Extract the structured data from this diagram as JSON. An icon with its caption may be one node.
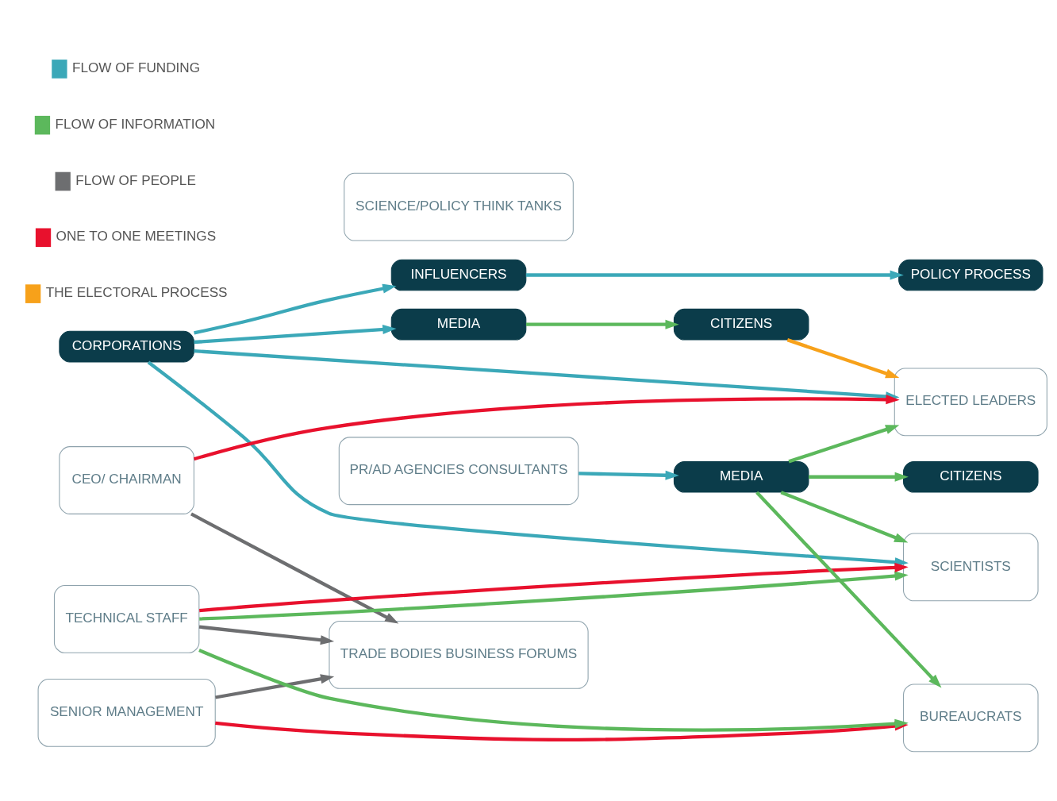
{
  "diagram": {
    "nodes": [
      {
        "text": [
          "MEDIA"
        ]
      },
      {
        "text": [
          "CITIZENS"
        ]
      },
      {
        "text": [
          "CORPORATIONS"
        ]
      },
      {
        "text": [
          "INFLUENCERS"
        ]
      },
      {
        "text": [
          "POLICY PROCESS"
        ]
      },
      {
        "text": [
          "CEO/ CHAIRMAN"
        ]
      },
      {
        "text": [
          "TRADE BODIES BUSINESS FORUMS"
        ]
      },
      {
        "text": [
          "ELECTED LEADERS"
        ]
      },
      {
        "text": [
          "SENIOR MANAGEMENT"
        ]
      },
      {
        "text": [
          "SCIENCE/POLICY THINK TANKS"
        ]
      },
      {
        "text": [
          "BUREAUCRATS"
        ]
      },
      {
        "text": [
          "TECHNICAL STAFF"
        ]
      },
      {
        "text": [
          "PR/AD AGENCIES CONSULTANTS"
        ]
      },
      {
        "text": [
          "SCIENTISTS"
        ]
      },
      {
        "text": [
          "CITIZENS"
        ]
      },
      {
        "text": [
          "MEDIA"
        ]
      }
    ],
    "edges": [
      {
        "from": 2,
        "to": 0,
        "arrow": "to",
        "color": "#3ba8b8"
      },
      {
        "from": 0,
        "to": 1,
        "arrow": "to"
      },
      {
        "from": 1,
        "to": 7,
        "arrow": "to",
        "color": "#f7a11a"
      },
      {
        "from": 2,
        "to": 7,
        "arrow": "to",
        "color": "#3ba8b8"
      },
      {
        "from": 2,
        "to": 13,
        "arrow": "to",
        "color": "#3ba8b8"
      },
      {
        "from": 2,
        "to": 3,
        "arrow": "to",
        "color": "#3ba8b8"
      },
      {
        "from": 3,
        "to": 4,
        "arrow": "to",
        "color": "#3ba8b8"
      },
      {
        "from": 5,
        "to": 7,
        "arrow": "to",
        "color": "#e8112d"
      },
      {
        "from": 8,
        "to": 10,
        "arrow": "to",
        "color": "#e8112d"
      },
      {
        "from": 5,
        "to": 6,
        "arrow": "to",
        "color": "#6d6e70"
      },
      {
        "from": 8,
        "to": 6,
        "arrow": "to",
        "color": "#6d6e70"
      },
      {
        "from": 11,
        "to": 6,
        "arrow": "to",
        "color": "#6d6e70"
      },
      {
        "from": 11,
        "to": 10,
        "arrow": "to"
      },
      {
        "from": 11,
        "to": 13,
        "arrow": "to"
      },
      {
        "from": 11,
        "to": 13,
        "arrow": "to",
        "color": "#e8112d"
      },
      {
        "from": 12,
        "to": 15,
        "arrow": "to",
        "color": "#3ba8b8"
      },
      {
        "from": 15,
        "to": 7,
        "arrow": "to"
      },
      {
        "from": 15,
        "to": 10,
        "arrow": "to"
      },
      {
        "from": 15,
        "to": 13,
        "arrow": "to"
      },
      {
        "from": 15,
        "to": 14,
        "arrow": "to"
      }
    ],
    "legend": [
      {
        "text": "FLOW OF FUNDING",
        "color": "#3ba8b8"
      },
      {
        "text": "FLOW OF INFORMATION",
        "color": "#5cb85c"
      },
      {
        "text": "FLOW OF PEOPLE",
        "color": "#6d6e70"
      },
      {
        "text": "ONE TO ONE MEETINGS",
        "color": "#e8112d"
      },
      {
        "text": "THE ELECTORAL PROCESS",
        "color": "#f7a11a"
      }
    ]
  }
}
